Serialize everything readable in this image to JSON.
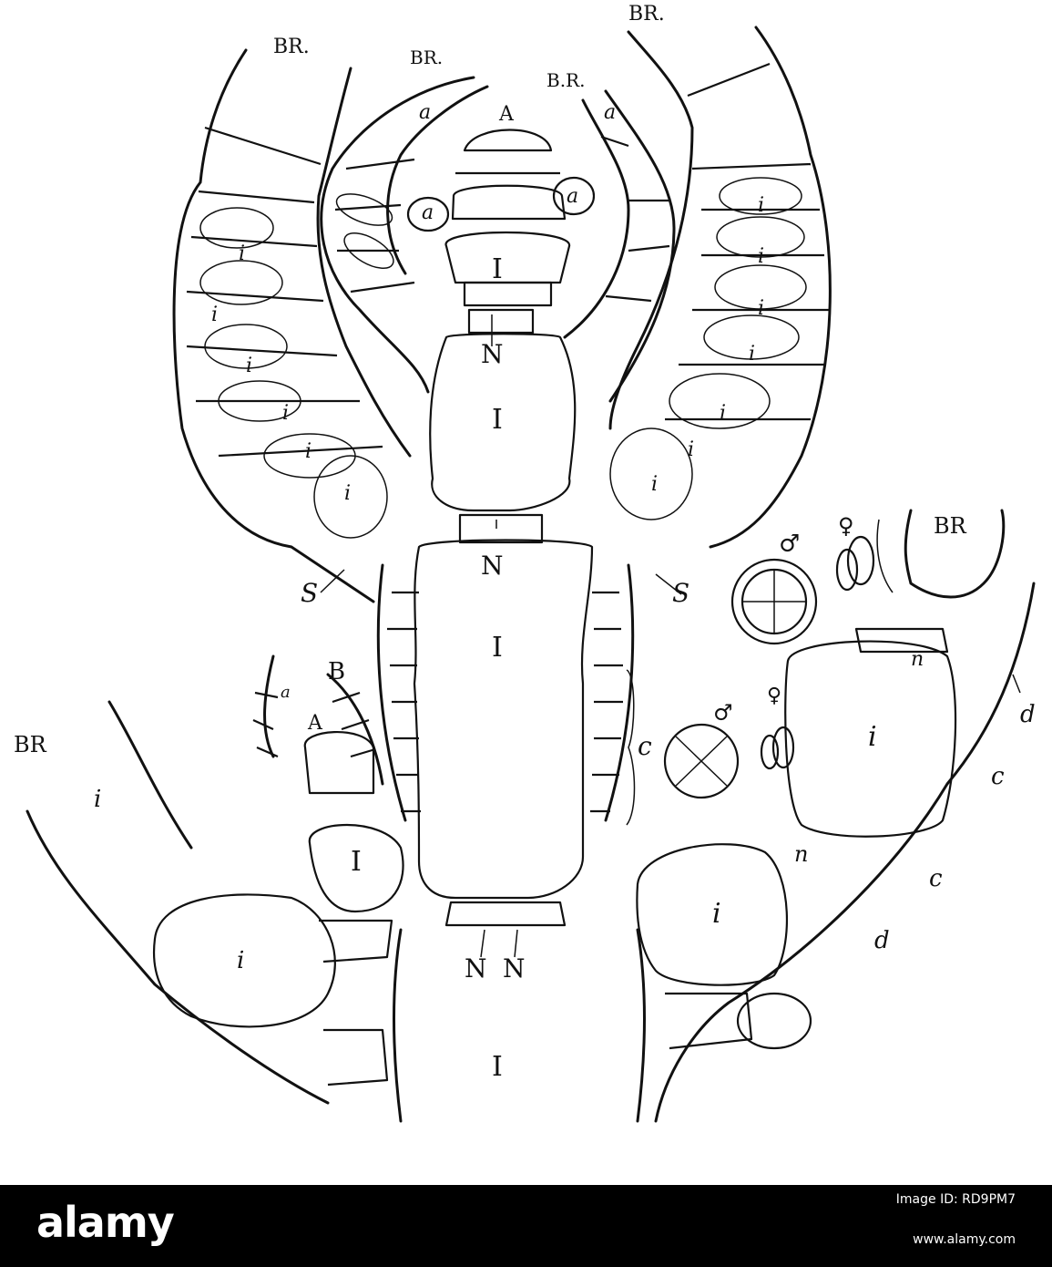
{
  "diagram": {
    "labels": {
      "br": "BR.",
      "br2": "B.R.",
      "br3": "BR",
      "a_upper": "A",
      "a_small": "a",
      "internode": "I",
      "node": "N",
      "pericentral": "i",
      "s": "S",
      "b": "B",
      "c": "c",
      "d": "d",
      "n": "n",
      "male": "♂",
      "female": "♀"
    }
  },
  "footer": {
    "brand": "alamy",
    "image_id": "Image ID: RD9PM7",
    "site": "www.alamy.com"
  },
  "colors": {
    "footer_bg": "#000000",
    "footer_text": "#ffffff",
    "ink": "#111111"
  }
}
